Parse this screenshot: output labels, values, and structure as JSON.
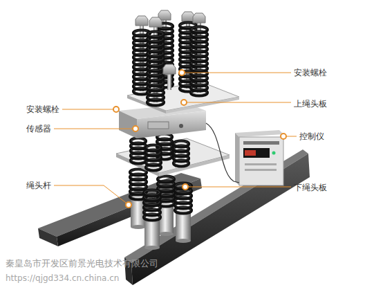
{
  "diagram": {
    "labels": [
      "安装螺栓",
      "上绳头板",
      "安装螺栓",
      "传感器",
      "控制仪",
      "下绳头板",
      "绳头杆",
      "秦皇岛市开发区前景光电技术有限公司",
      "https://qjgd334.cn.china.cn"
    ]
  }
}
